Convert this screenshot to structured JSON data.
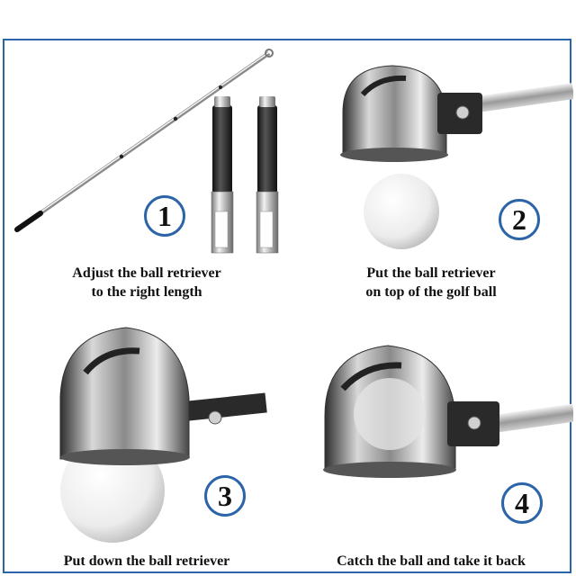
{
  "colors": {
    "frame_border": "#2c64a8",
    "badge_border": "#2c64a8",
    "text": "#111111",
    "metal_dark": "#3a3a3a",
    "metal_light": "#e6e6e6"
  },
  "steps": [
    {
      "number": "1",
      "lines": [
        "Adjust the ball retriever",
        "to the right length"
      ]
    },
    {
      "number": "2",
      "lines": [
        "Put the ball retriever",
        "on top of the golf ball"
      ]
    },
    {
      "number": "3",
      "lines": [
        "Put down the ball retriever"
      ]
    },
    {
      "number": "4",
      "lines": [
        "Catch the ball and take it back"
      ]
    }
  ]
}
